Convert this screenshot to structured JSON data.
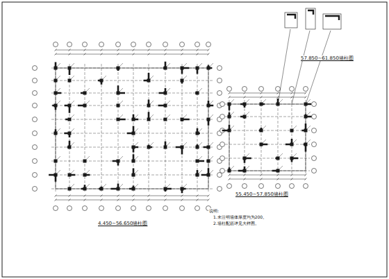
{
  "diagram": {
    "labels": [
      "4.450~56.650墙柱图",
      "55.450~57.850墙柱图",
      "57.850~61.850墙柱图",
      "说明:",
      "1.未注明墙体厚度均为200。",
      "2.墙柱配筋详见大样图。"
    ]
  }
}
